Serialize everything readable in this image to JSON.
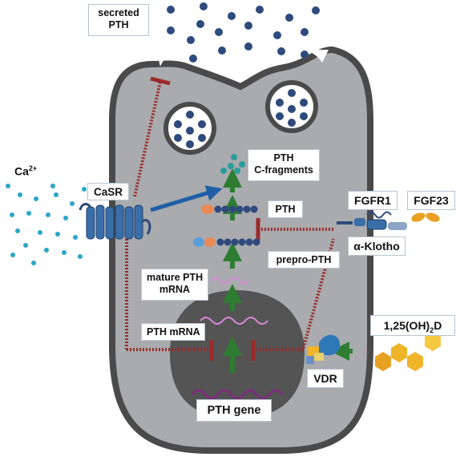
{
  "labels": {
    "secreted_pth_l1": "secreted",
    "secreted_pth_l2": "PTH",
    "ca_base": "Ca",
    "ca_sup": "2+",
    "casr": "CaSR",
    "pth_cfrag_l1": "PTH",
    "pth_cfrag_l2": "C-fragments",
    "pth": "PTH",
    "prepro_pth": "prepro-PTH",
    "mature_pth_mrna_l1": "mature PTH",
    "mature_pth_mrna_l2": "mRNA",
    "pth_mrna": "PTH mRNA",
    "pth_gene": "PTH gene",
    "fgfr1": "FGFR1",
    "fgf23": "FGF23",
    "alpha_klotho": "α-Klotho",
    "vitd_a": "1,25(OH)",
    "vitd_sub": "2",
    "vitd_b": "D",
    "vdr": "VDR"
  },
  "colors": {
    "cell_fill": "#a9abae",
    "cell_border": "#4a4a4a",
    "nucleus": "#545454",
    "vesicle_dot": "#2f4a7c",
    "stimulate_arrow": "#2e7d32",
    "inhibit_line": "#9b2a2a",
    "casr_arrow": "#1f5fa6",
    "fgf23": "#e8a020",
    "vitd": "#f0b429",
    "calcium": "#2aa6c8",
    "mrna": "#c070c0"
  }
}
